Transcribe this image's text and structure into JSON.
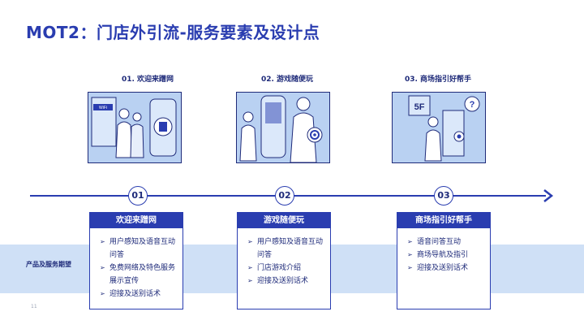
{
  "title": "MOT2：门店外引流-服务要素及设计点",
  "band_label": "产品及服务期望",
  "page_number": "11",
  "bullet_glyph": "➢",
  "colors": {
    "primary": "#2a3db0",
    "dark": "#1f2b7a",
    "band": "#cfe0f6",
    "scene": "#b9d1f2"
  },
  "steps": [
    {
      "caption": "01. 欢迎来蹭网",
      "number": "01",
      "card_title": "欢迎来蹭网",
      "items": [
        "用户感知及语音互动问答",
        "免费网络及特色服务展示宣传",
        "迎接及送别话术"
      ],
      "scene_icons": [
        "wifi-sign-icon",
        "cup-icon",
        "people-icon"
      ]
    },
    {
      "caption": "02. 游戏随便玩",
      "number": "02",
      "card_title": "游戏随便玩",
      "items": [
        "用户感知及语音互动问答",
        "门店游戏介绍",
        "迎接及送别话术"
      ],
      "scene_icons": [
        "kiosk-icon",
        "target-icon",
        "people-icon"
      ]
    },
    {
      "caption": "03. 商场指引好帮手",
      "number": "03",
      "card_title": "商场指引好帮手",
      "items": [
        "语音问答互动",
        "商场导航及指引",
        "迎接及送别话术"
      ],
      "scene_icons": [
        "floor-sign-icon",
        "question-icon",
        "map-pin-icon"
      ],
      "scene_sign": "5F"
    }
  ]
}
